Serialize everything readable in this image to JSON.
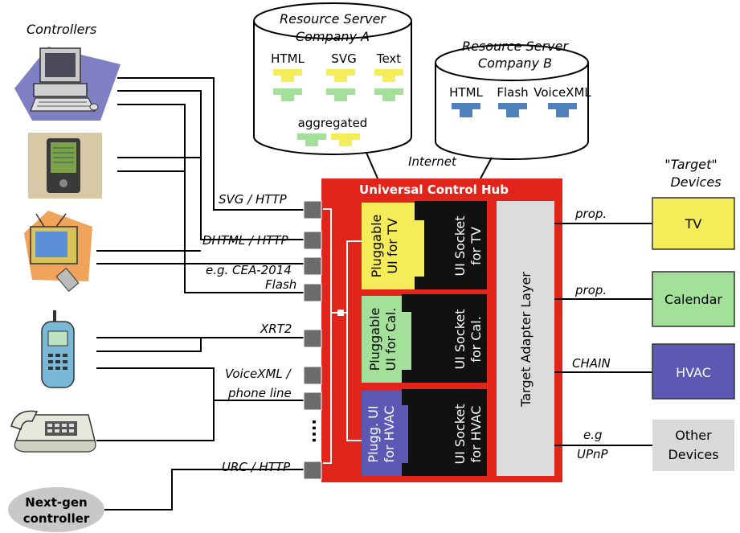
{
  "controllers_label": "Controllers",
  "next_gen_controller": [
    "Next-gen",
    "controller"
  ],
  "protocols": {
    "svg": "SVG / HTTP",
    "dhtml": "DHTML / HTTP",
    "cea": "e.g. CEA-2014",
    "flash": "Flash",
    "xrt2": "XRT2",
    "voicexml_1": "VoiceXML /",
    "voicexml_2": "phone line",
    "urc": "URC / HTTP"
  },
  "server_a": {
    "title_1": "Resource Server",
    "title_2": "Company A",
    "formats": [
      "HTML",
      "SVG",
      "Text"
    ],
    "aggregated": "aggregated"
  },
  "server_b": {
    "title_1": "Resource Server",
    "title_2": "Company B",
    "formats": [
      "HTML",
      "Flash",
      "VoiceXML"
    ]
  },
  "internet_label": "Internet",
  "hub": {
    "title": "Universal Control Hub",
    "ui_tv": [
      "Pluggable",
      "UI for TV"
    ],
    "ui_cal": [
      "Pluggable",
      "UI for Cal."
    ],
    "ui_hvac": [
      "Plugg. UI",
      "for HVAC"
    ],
    "socket_tv": [
      "UI Socket",
      "for TV"
    ],
    "socket_cal": [
      "UI Socket",
      "for Cal."
    ],
    "socket_hvac": [
      "UI Socket",
      "for HVAC"
    ],
    "adapter": "Target Adapter Layer",
    "dots": "...."
  },
  "targets_label": [
    "\"Target\"",
    "Devices"
  ],
  "links": {
    "tv": "prop.",
    "cal": "prop.",
    "hvac": "CHAIN",
    "other_1": "e.g",
    "other_2": "UPnP"
  },
  "devices": {
    "tv": "TV",
    "calendar": "Calendar",
    "hvac": "HVAC",
    "other_1": "Other",
    "other_2": "Devices"
  },
  "colors": {
    "hub_red": "#e1251b",
    "yellow": "#f5ec5a",
    "green": "#a3e19a",
    "blue": "#5b59b4",
    "gray": "#d9d9d9",
    "socket_black": "#111111",
    "adapter": "#dcdcdc",
    "port": "#6b6b6b",
    "server_blue": "#4f81bd"
  }
}
